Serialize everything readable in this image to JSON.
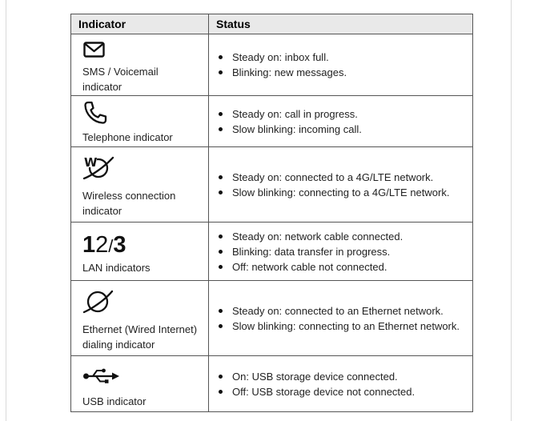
{
  "table": {
    "headers": {
      "indicator": "Indicator",
      "status": "Status"
    },
    "rows": [
      {
        "icon": "envelope-icon",
        "label_lines": [
          "SMS / Voicemail",
          "indicator"
        ],
        "status": [
          "Steady on: inbox full.",
          "Blinking: new messages."
        ]
      },
      {
        "icon": "telephone-icon",
        "label_lines": [
          "Telephone indicator"
        ],
        "status": [
          "Steady on: call in progress.",
          "Slow blinking: incoming call."
        ]
      },
      {
        "icon": "wireless-globe-icon",
        "icon_text": "W",
        "label_lines": [
          "Wireless connection",
          "indicator"
        ],
        "status": [
          "Steady on: connected to a 4G/LTE network.",
          "Slow blinking: connecting to a 4G/LTE network."
        ]
      },
      {
        "icon": "lan-digits-icon",
        "icon_digits": [
          "1",
          "2",
          "3"
        ],
        "label_lines": [
          "LAN indicators"
        ],
        "status": [
          "Steady on: network cable connected.",
          "Blinking: data transfer in progress.",
          "Off: network cable not connected."
        ]
      },
      {
        "icon": "ethernet-globe-icon",
        "label_lines": [
          "Ethernet (Wired Internet)",
          "dialing indicator"
        ],
        "status": [
          "Steady on: connected to an Ethernet network.",
          "Slow blinking: connecting to an Ethernet network."
        ]
      },
      {
        "icon": "usb-icon",
        "label_lines": [
          "USB indicator"
        ],
        "status": [
          "On: USB storage device connected.",
          "Off: USB storage device not connected."
        ]
      }
    ]
  }
}
